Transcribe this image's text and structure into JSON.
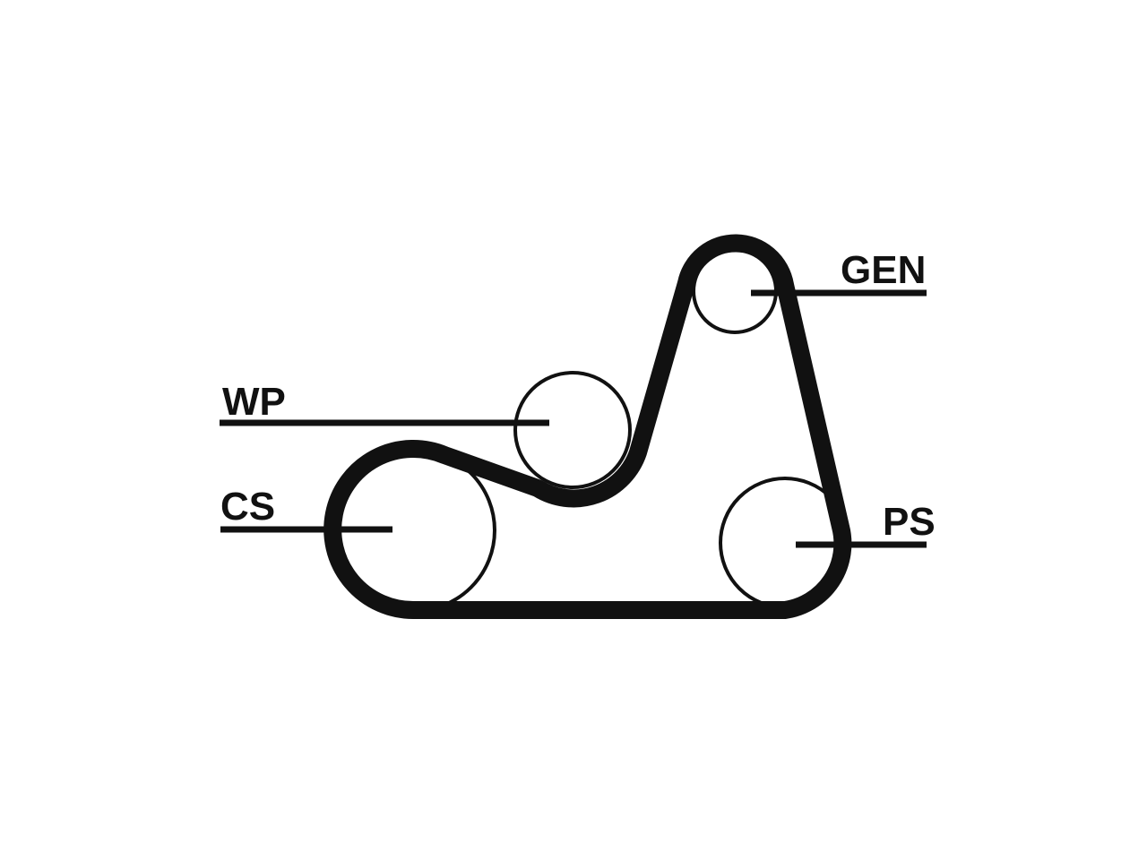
{
  "diagram": {
    "labels": {
      "gen": "GEN",
      "wp": "WP",
      "cs": "CS",
      "ps": "PS"
    },
    "colors": {
      "ink": "#111111",
      "background": "#ffffff"
    }
  }
}
